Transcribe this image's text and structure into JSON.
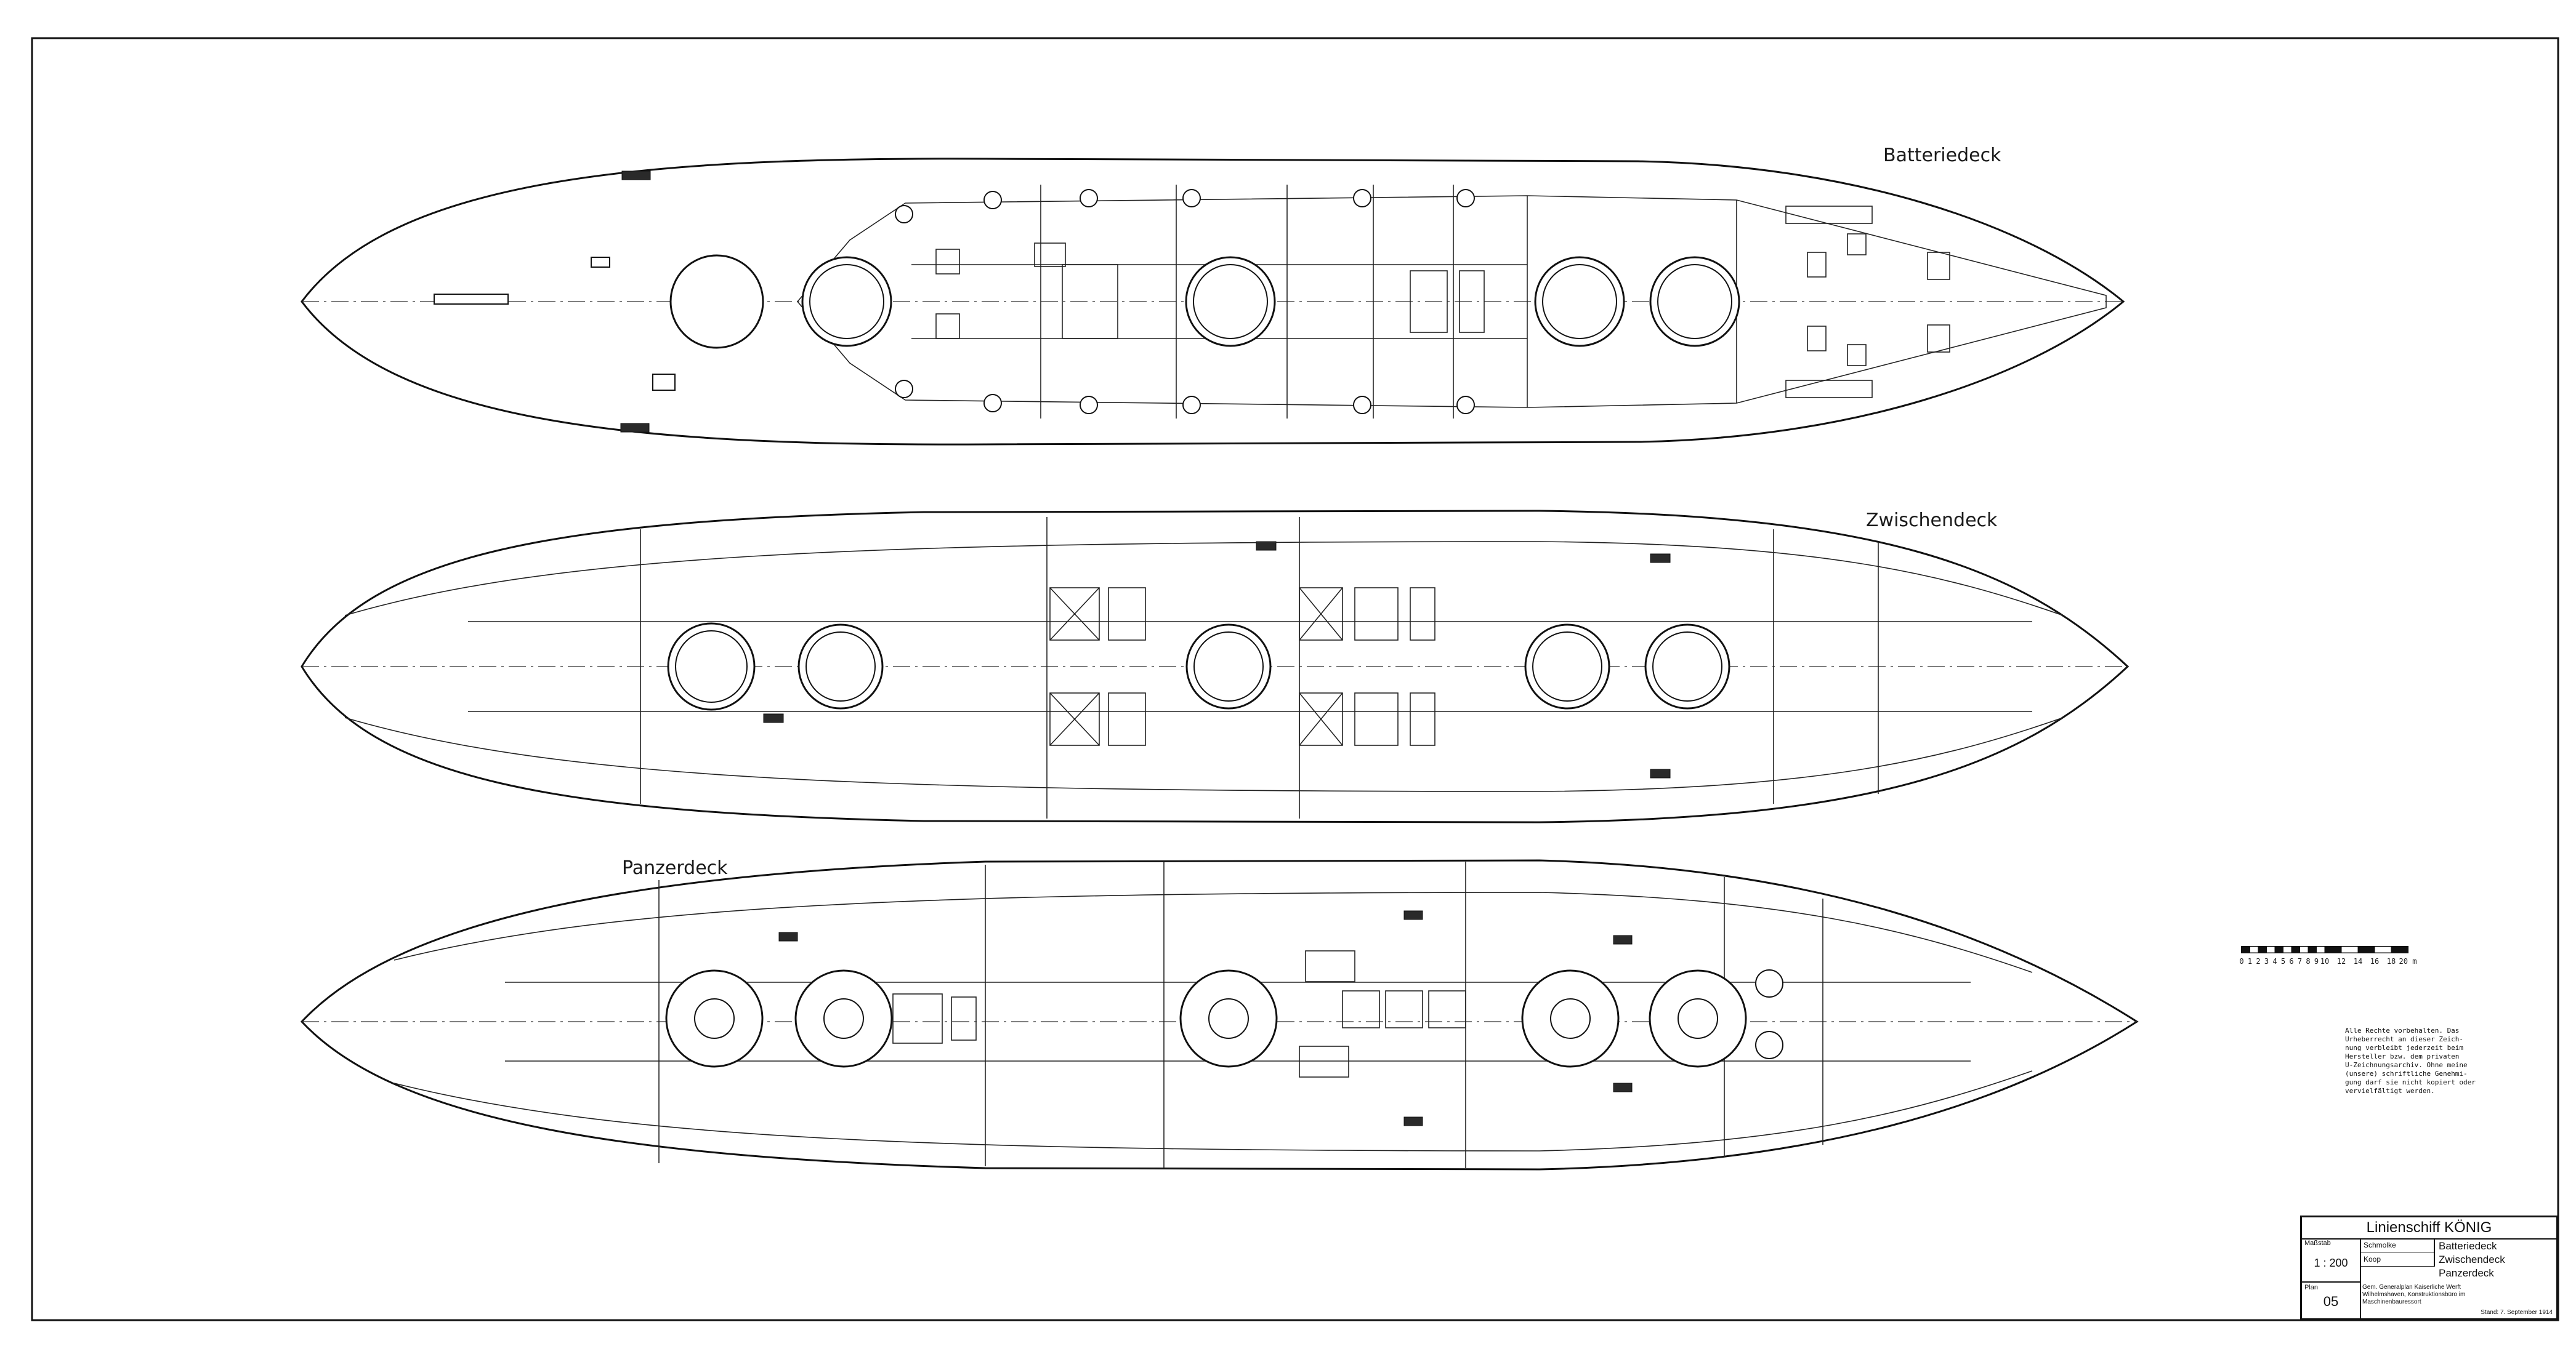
{
  "decks": {
    "batteriedeck": {
      "title": "Batteriedeck"
    },
    "zwischendeck": {
      "title": "Zwischendeck"
    },
    "panzerdeck": {
      "title": "Panzerdeck"
    }
  },
  "scale_bar": {
    "labels": [
      "0",
      "1",
      "2",
      "3",
      "4",
      "5",
      "6",
      "7",
      "8",
      "9",
      "10",
      "12",
      "14",
      "16",
      "18",
      "20 m"
    ]
  },
  "copyright_note": [
    "Alle Rechte vorbehalten. Das",
    "Urheberrecht an dieser Zeich-",
    "nung verbleibt jederzeit beim",
    "Hersteller bzw. dem privaten",
    "U-Zeichnungsarchiv. Ohne meine",
    "(unsere) schriftliche Genehmi-",
    "gung darf sie nicht kopiert oder",
    "vervielfältigt werden."
  ],
  "title_block": {
    "ship": "Linienschiff  KÖNIG",
    "massstab_label": "Maßstab",
    "massstab_value": "1 : 200",
    "drawn_by": "Schmolke",
    "checked_by": "Koop",
    "contents": [
      "Batteriedeck",
      "Zwischendeck",
      "Panzerdeck"
    ],
    "plan_label": "Plan",
    "plan_number": "05",
    "source": [
      "Gem. Generalplan Kaiserliche Werft",
      "Wilhelmshaven, Konstruktionsbüro im",
      "Maschinenbauressort"
    ],
    "date": "Stand: 7. September 1914"
  }
}
